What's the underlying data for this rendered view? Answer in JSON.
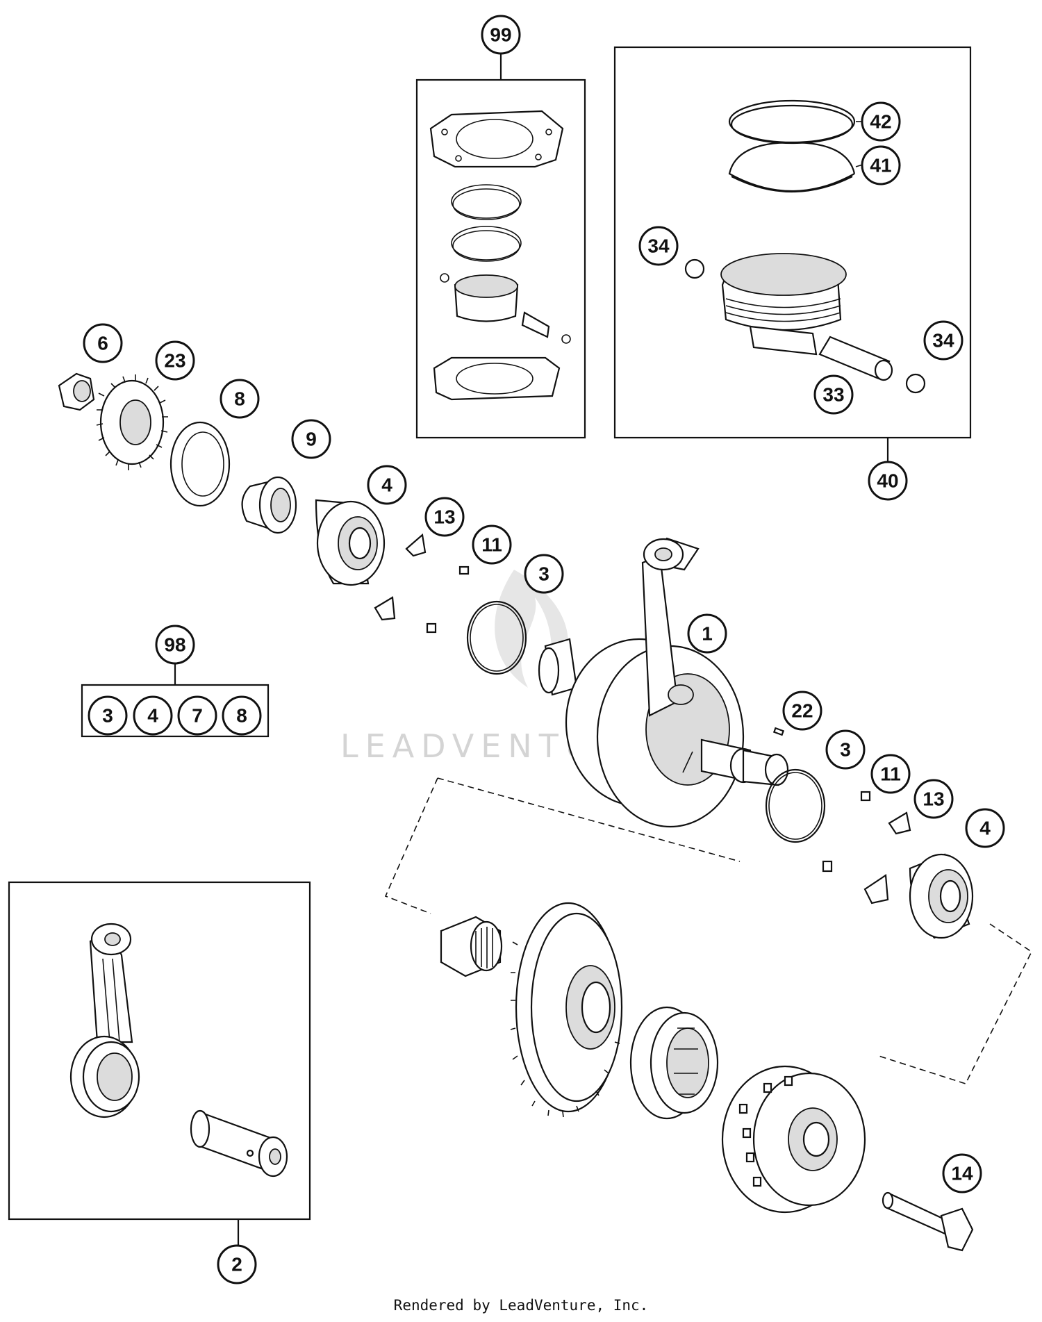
{
  "callouts": {
    "c99": "99",
    "c42": "42",
    "c41": "41",
    "c34a": "34",
    "c34b": "34",
    "c33": "33",
    "c40": "40",
    "c6": "6",
    "c23": "23",
    "c8": "8",
    "c9": "9",
    "c4a": "4",
    "c13a": "13",
    "c11a": "11",
    "c3a": "3",
    "c1": "1",
    "c98": "98",
    "c22": "22",
    "c3b": "3",
    "c11b": "11",
    "c13b": "13",
    "c4b": "4",
    "c14": "14",
    "c2": "2"
  },
  "kit_98_items": [
    "3",
    "4",
    "7",
    "8"
  ],
  "watermark": "LEADVENTURE",
  "footer": "Rendered by LeadVenture, Inc."
}
